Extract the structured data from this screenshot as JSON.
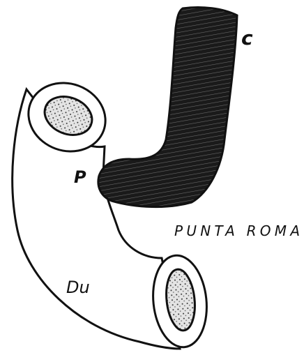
{
  "labels": {
    "c": "c",
    "p": "P",
    "punta_roma": "PUNTA ROMA",
    "du": "Du"
  },
  "colors": {
    "ink": "#111111",
    "paper": "#ffffff",
    "dark_tissue": "#1a1a1a",
    "lumen_fill": "#d8d8d8"
  }
}
